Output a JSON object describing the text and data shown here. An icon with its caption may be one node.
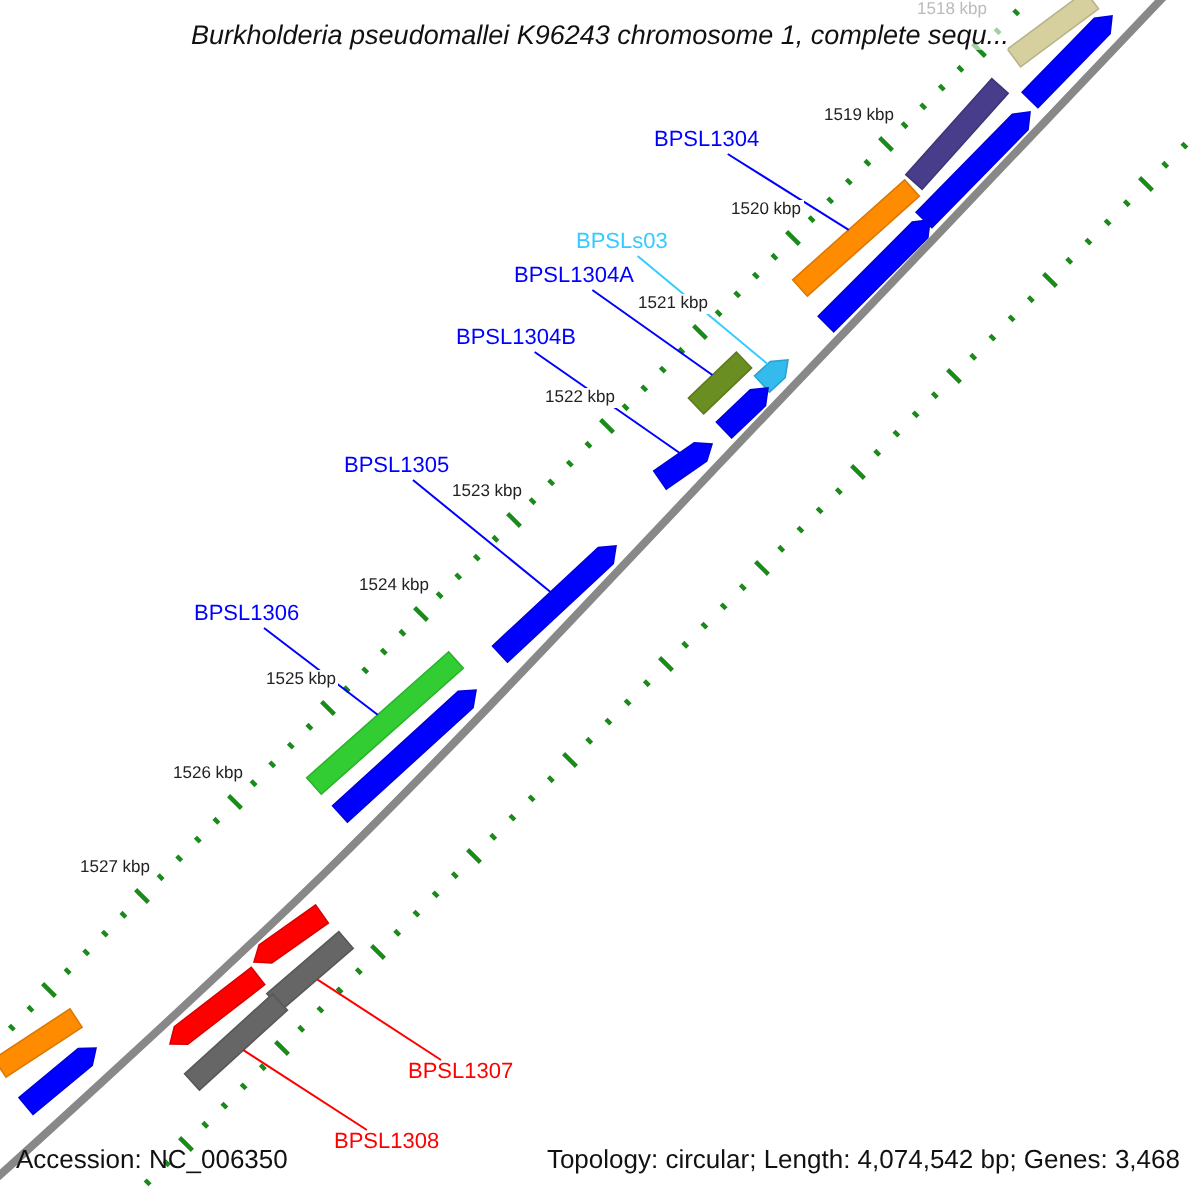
{
  "diagram": {
    "title": "Burkholderia pseudomallei K96243 chromosome 1, complete sequ...",
    "nodes": [
      {
        "text": [
          "BPSL1304"
        ]
      },
      {
        "text": [
          "BPSLs03"
        ]
      },
      {
        "text": [
          "BPSL1304A"
        ]
      },
      {
        "text": [
          "BPSL1304B"
        ]
      },
      {
        "text": [
          "BPSL1305"
        ]
      },
      {
        "text": [
          "BPSL1306"
        ]
      },
      {
        "text": [
          "BPSL1307"
        ]
      },
      {
        "text": [
          "BPSL1308"
        ]
      },
      {
        "text": [],
        "shape": "bar"
      },
      {
        "text": [],
        "shape": "arrow"
      },
      {
        "text": [],
        "shape": "bar"
      },
      {
        "text": [],
        "shape": "arrow"
      },
      {
        "text": [],
        "shape": "bar"
      },
      {
        "text": [],
        "shape": "arrow"
      },
      {
        "text": [],
        "shape": "bar"
      },
      {
        "text": [],
        "shape": "arrow"
      },
      {
        "text": [],
        "shape": "arrow"
      },
      {
        "text": [],
        "shape": "arrow"
      },
      {
        "text": [],
        "shape": "arrow"
      },
      {
        "text": [],
        "shape": "bar"
      },
      {
        "text": [],
        "shape": "arrow"
      },
      {
        "text": [],
        "shape": "arrow"
      },
      {
        "text": [],
        "shape": "bar"
      },
      {
        "text": [],
        "shape": "arrow"
      },
      {
        "text": [],
        "shape": "bar"
      },
      {
        "text": [],
        "shape": "bar"
      },
      {
        "text": [],
        "shape": "arrow"
      }
    ],
    "edges": [
      {
        "from": 0,
        "to": 12,
        "arrow": "none"
      },
      {
        "from": 1,
        "to": 15,
        "arrow": "none",
        "color": "#33ccff"
      },
      {
        "from": 2,
        "to": 14,
        "arrow": "none"
      },
      {
        "from": 3,
        "to": 17,
        "arrow": "none"
      },
      {
        "from": 4,
        "to": 18,
        "arrow": "none"
      },
      {
        "from": 5,
        "to": 19,
        "arrow": "none"
      },
      {
        "from": 6,
        "to": 22,
        "arrow": "none",
        "color": "#ff0000"
      },
      {
        "from": 7,
        "to": 24,
        "arrow": "none",
        "color": "#ff0000"
      }
    ],
    "labels": [
      "1518 kbp",
      "1519 kbp",
      "1520 kbp",
      "1521 kbp",
      "1522 kbp",
      "1523 kbp",
      "1524 kbp",
      "1525 kbp",
      "1526 kbp",
      "1527 kbp",
      "Accession: NC_006350",
      "Topology: circular; Length: 4,074,542 bp; Genes: 3,468"
    ]
  }
}
